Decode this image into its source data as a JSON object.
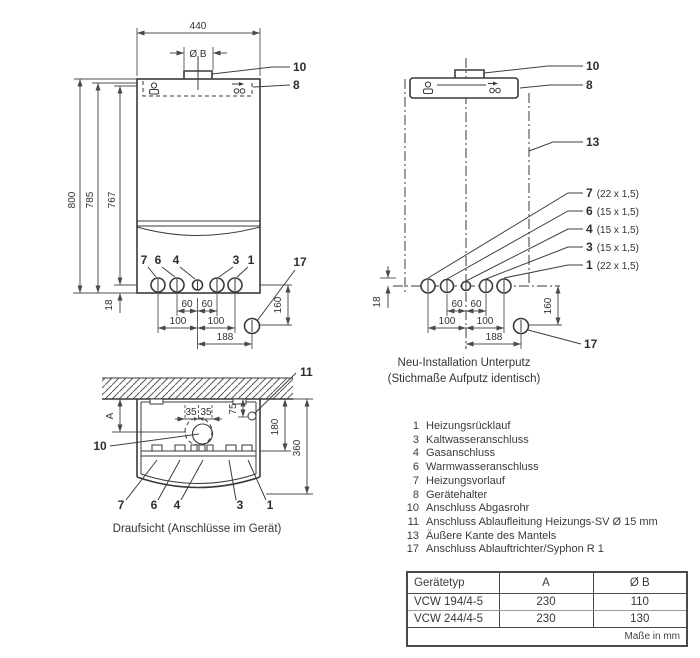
{
  "front": {
    "w440": "440",
    "oB": "Ø B",
    "h800": "800",
    "h785": "785",
    "h767": "767",
    "o18": "18",
    "d60a": "60",
    "d60b": "60",
    "d100a": "100",
    "d100b": "100",
    "d188": "188",
    "d160": "160",
    "n10": "10",
    "n8": "8",
    "n7": "7",
    "n6": "6",
    "n4": "4",
    "n3": "3",
    "n1": "1",
    "n17": "17"
  },
  "rear": {
    "o18": "18",
    "d60a": "60",
    "d60b": "60",
    "d100a": "100",
    "d100b": "100",
    "d188": "188",
    "d160": "160",
    "n10": "10",
    "n8": "8",
    "n13": "13",
    "n17": "17",
    "pipes": [
      {
        "num": "7",
        "spec": "(22 x 1,5)"
      },
      {
        "num": "6",
        "spec": "(15 x 1,5)"
      },
      {
        "num": "4",
        "spec": "(15 x 1,5)"
      },
      {
        "num": "3",
        "spec": "(15 x 1,5)"
      },
      {
        "num": "1",
        "spec": "(22 x 1,5)"
      }
    ],
    "cap1": "Neu-Installation Unterputz",
    "cap2": "(Stichmaße Aufputz identisch)"
  },
  "top": {
    "dA": "A",
    "d35a": "35",
    "d35b": "35",
    "d75": "75",
    "d180": "180",
    "d360": "360",
    "n11": "11",
    "n10": "10",
    "n7": "7",
    "n6": "6",
    "n4": "4",
    "n3": "3",
    "n1": "1",
    "cap": "Draufsicht (Anschlüsse im Gerät)"
  },
  "legend": {
    "items": [
      {
        "num": "1",
        "label": "Heizungsrücklauf"
      },
      {
        "num": "3",
        "label": "Kaltwasseranschluss"
      },
      {
        "num": "4",
        "label": "Gasanschluss"
      },
      {
        "num": "6",
        "label": "Warmwasseranschluss"
      },
      {
        "num": "7",
        "label": "Heizungsvorlauf"
      },
      {
        "num": "8",
        "label": "Gerätehalter"
      },
      {
        "num": "10",
        "label": "Anschluss Abgasrohr"
      },
      {
        "num": "11",
        "label": "Anschluss Ablaufleitung Heizungs-SV Ø 15 mm"
      },
      {
        "num": "13",
        "label": "Äußere Kante des Mantels"
      },
      {
        "num": "17",
        "label": "Anschluss Ablauftrichter/Syphon R 1"
      }
    ]
  },
  "spec_table": {
    "headers": [
      "Gerätetyp",
      "A",
      "Ø B"
    ],
    "rows": [
      [
        "VCW 194/4-5",
        "230",
        "110"
      ],
      [
        "VCW 244/4-5",
        "230",
        "130"
      ]
    ],
    "footer": "Maße in mm"
  }
}
